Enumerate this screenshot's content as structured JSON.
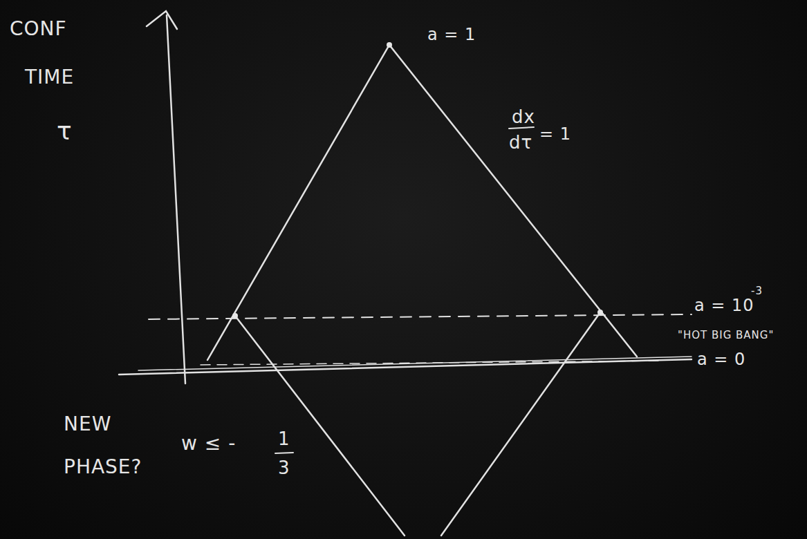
{
  "diagram": {
    "labels": [
      "CONF",
      "TIME",
      "τ",
      "a = 1",
      "dx",
      "dτ",
      "= 1",
      "a = 10",
      "-3",
      "\"HOT BIG BANG\"",
      "a = 0",
      "NEW",
      "PHASE?",
      "w ≤ -",
      "1",
      "3"
    ]
  }
}
